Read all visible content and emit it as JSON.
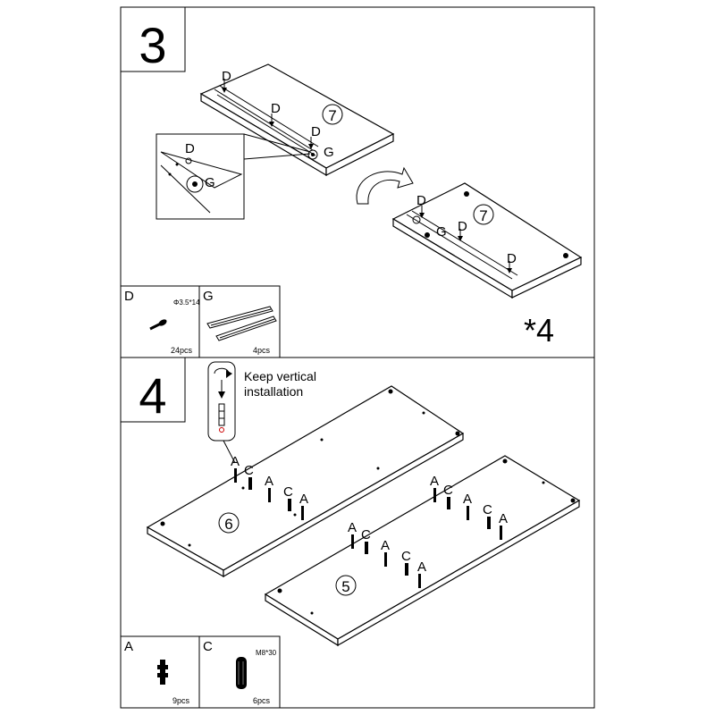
{
  "step3": {
    "number": "3",
    "multiplier": "*4",
    "panel_number": "7",
    "callouts": [
      "D",
      "D",
      "D",
      "G"
    ],
    "detail_callouts": [
      "D",
      "G"
    ],
    "flipped_callouts": [
      "D",
      "G",
      "D",
      "D"
    ]
  },
  "step4": {
    "number": "4",
    "note": [
      "Keep vertical",
      "installation"
    ],
    "panel_a_number": "6",
    "panel_b_number": "5",
    "fitting_labels_6": [
      "A",
      "C",
      "A",
      "C",
      "A"
    ],
    "fitting_labels_5": [
      "A",
      "C",
      "A",
      "C",
      "A"
    ],
    "fitting_labels_5b": [
      "A",
      "C",
      "A",
      "C",
      "A"
    ]
  },
  "parts": {
    "D": {
      "letter": "D",
      "spec": "Φ3.5*14",
      "qty": "24pcs"
    },
    "G": {
      "letter": "G",
      "spec": "",
      "qty": "4pcs"
    },
    "A": {
      "letter": "A",
      "spec": "",
      "qty": "9pcs"
    },
    "C": {
      "letter": "C",
      "spec": "M8*30",
      "qty": "6pcs"
    }
  }
}
